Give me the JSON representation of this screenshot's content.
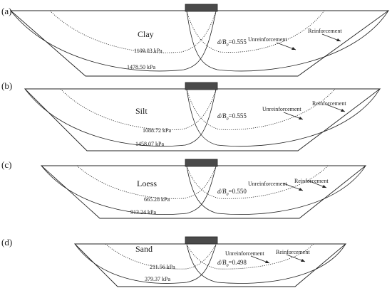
{
  "panels": [
    {
      "label": "(a)",
      "soil": "Clay",
      "inner_value": "1109.03 kPa",
      "outer_value": "1478.50 kPa",
      "ratio_prefix": "d/B",
      "ratio_sub": "0",
      "ratio_value": "=0.555",
      "unreinforced_label": "Unreinforcement",
      "reinforced_label": "Reinforcement"
    },
    {
      "label": "(b)",
      "soil": "Silt",
      "inner_value": "1088.72 kPa",
      "outer_value": "1458.07 kPa",
      "ratio_prefix": "d/B",
      "ratio_sub": "0",
      "ratio_value": "=0.555",
      "unreinforced_label": "Unreinforcement",
      "reinforced_label": "Reinforcement"
    },
    {
      "label": "(c)",
      "soil": "Loess",
      "inner_value": "665.28 kPa",
      "outer_value": "913.24  kPa",
      "ratio_prefix": "d/B",
      "ratio_sub": "0",
      "ratio_value": "=0.550",
      "unreinforced_label": "Unreinforcement",
      "reinforced_label": "Reinforcement"
    },
    {
      "label": "(d)",
      "soil": "Sand",
      "inner_value": "211.56 kPa",
      "outer_value": "379.37 kPa",
      "ratio_prefix": "d/B",
      "ratio_sub": "0",
      "ratio_value": "=0.498",
      "unreinforced_label": "Unreinforcement",
      "reinforced_label": "Reinforcement"
    }
  ]
}
